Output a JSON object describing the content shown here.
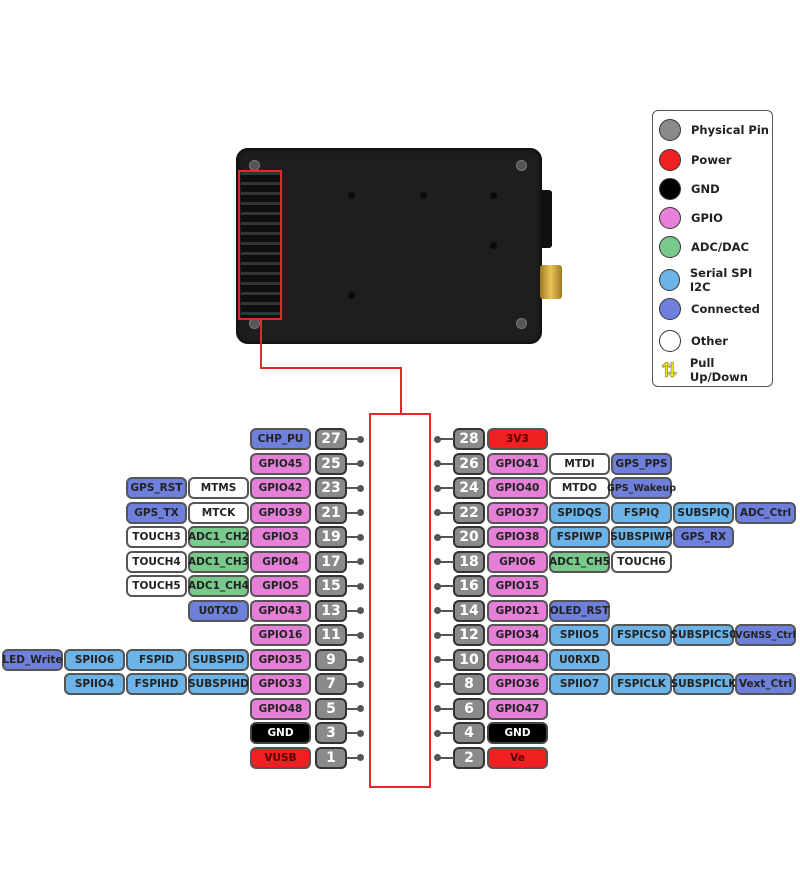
{
  "colors": {
    "physical": "#8a8a8a",
    "power": "#ee2020",
    "gnd": "#000000",
    "gpio": "#e67fd8",
    "adc": "#79c98c",
    "serial": "#6cb4e8",
    "connected": "#6f7fdc",
    "other": "#ffffff"
  },
  "legend": [
    {
      "label": "Physical Pin",
      "type": "physical"
    },
    {
      "label": "Power",
      "type": "power"
    },
    {
      "label": "GND",
      "type": "gnd"
    },
    {
      "label": "GPIO",
      "type": "gpio"
    },
    {
      "label": "ADC/DAC",
      "type": "adc"
    },
    {
      "label": "Serial SPI I2C",
      "type": "serial"
    },
    {
      "label": "Connected",
      "type": "connected"
    },
    {
      "label": "Other",
      "type": "other"
    },
    {
      "label": "Pull Up/Down",
      "type": "pull-icon"
    }
  ],
  "left_pins": [
    {
      "pin": "27",
      "labels": [
        {
          "text": "CHP_PU",
          "type": "connected"
        }
      ]
    },
    {
      "pin": "25",
      "labels": [
        {
          "text": "GPIO45",
          "type": "gpio"
        }
      ]
    },
    {
      "pin": "23",
      "labels": [
        {
          "text": "GPIO42",
          "type": "gpio"
        },
        {
          "text": "MTMS",
          "type": "other"
        },
        {
          "text": "GPS_RST",
          "type": "connected"
        }
      ]
    },
    {
      "pin": "21",
      "labels": [
        {
          "text": "GPIO39",
          "type": "gpio"
        },
        {
          "text": "MTCK",
          "type": "other"
        },
        {
          "text": "GPS_TX",
          "type": "connected"
        }
      ]
    },
    {
      "pin": "19",
      "labels": [
        {
          "text": "GPIO3",
          "type": "gpio"
        },
        {
          "text": "ADC1_CH2",
          "type": "adc"
        },
        {
          "text": "TOUCH3",
          "type": "other"
        }
      ]
    },
    {
      "pin": "17",
      "labels": [
        {
          "text": "GPIO4",
          "type": "gpio"
        },
        {
          "text": "ADC1_CH3",
          "type": "adc"
        },
        {
          "text": "TOUCH4",
          "type": "other"
        }
      ]
    },
    {
      "pin": "15",
      "labels": [
        {
          "text": "GPIO5",
          "type": "gpio"
        },
        {
          "text": "ADC1_CH4",
          "type": "adc"
        },
        {
          "text": "TOUCH5",
          "type": "other"
        }
      ]
    },
    {
      "pin": "13",
      "labels": [
        {
          "text": "GPIO43",
          "type": "gpio"
        },
        {
          "text": "U0TXD",
          "type": "connected"
        }
      ]
    },
    {
      "pin": "11",
      "labels": [
        {
          "text": "GPIO16",
          "type": "gpio"
        }
      ]
    },
    {
      "pin": "9",
      "labels": [
        {
          "text": "GPIO35",
          "type": "gpio"
        },
        {
          "text": "SUBSPID",
          "type": "serial"
        },
        {
          "text": "FSPID",
          "type": "serial"
        },
        {
          "text": "SPIIO6",
          "type": "serial"
        },
        {
          "text": "LED_Write",
          "type": "connected"
        }
      ]
    },
    {
      "pin": "7",
      "labels": [
        {
          "text": "GPIO33",
          "type": "gpio"
        },
        {
          "text": "SUBSPIHD",
          "type": "serial"
        },
        {
          "text": "FSPIHD",
          "type": "serial"
        },
        {
          "text": "SPIIO4",
          "type": "serial"
        }
      ]
    },
    {
      "pin": "5",
      "labels": [
        {
          "text": "GPIO48",
          "type": "gpio"
        }
      ]
    },
    {
      "pin": "3",
      "labels": [
        {
          "text": "GND",
          "type": "gnd"
        }
      ]
    },
    {
      "pin": "1",
      "labels": [
        {
          "text": "VUSB",
          "type": "power"
        }
      ]
    }
  ],
  "right_pins": [
    {
      "pin": "28",
      "labels": [
        {
          "text": "3V3",
          "type": "power"
        }
      ]
    },
    {
      "pin": "26",
      "labels": [
        {
          "text": "GPIO41",
          "type": "gpio"
        },
        {
          "text": "MTDI",
          "type": "other"
        },
        {
          "text": "GPS_PPS",
          "type": "connected"
        }
      ]
    },
    {
      "pin": "24",
      "labels": [
        {
          "text": "GPIO40",
          "type": "gpio"
        },
        {
          "text": "MTDO",
          "type": "other"
        },
        {
          "text": "GPS_Wakeup",
          "type": "connected"
        }
      ]
    },
    {
      "pin": "22",
      "labels": [
        {
          "text": "GPIO37",
          "type": "gpio"
        },
        {
          "text": "SPIDQS",
          "type": "serial"
        },
        {
          "text": "FSPIQ",
          "type": "serial"
        },
        {
          "text": "SUBSPIQ",
          "type": "serial"
        },
        {
          "text": "ADC_Ctrl",
          "type": "connected"
        }
      ]
    },
    {
      "pin": "20",
      "labels": [
        {
          "text": "GPIO38",
          "type": "gpio"
        },
        {
          "text": "FSPIWP",
          "type": "serial"
        },
        {
          "text": "SUBSPIWP",
          "type": "serial"
        },
        {
          "text": "GPS_RX",
          "type": "connected"
        }
      ]
    },
    {
      "pin": "18",
      "labels": [
        {
          "text": "GPIO6",
          "type": "gpio"
        },
        {
          "text": "ADC1_CH5",
          "type": "adc"
        },
        {
          "text": "TOUCH6",
          "type": "other"
        }
      ]
    },
    {
      "pin": "16",
      "labels": [
        {
          "text": "GPIO15",
          "type": "gpio"
        }
      ]
    },
    {
      "pin": "14",
      "labels": [
        {
          "text": "GPIO21",
          "type": "gpio"
        },
        {
          "text": "OLED_RST",
          "type": "connected"
        }
      ]
    },
    {
      "pin": "12",
      "labels": [
        {
          "text": "GPIO34",
          "type": "gpio"
        },
        {
          "text": "SPIIO5",
          "type": "serial"
        },
        {
          "text": "FSPICS0",
          "type": "serial"
        },
        {
          "text": "SUBSPICS0",
          "type": "serial"
        },
        {
          "text": "VGNSS_Ctrl",
          "type": "connected"
        }
      ]
    },
    {
      "pin": "10",
      "labels": [
        {
          "text": "GPIO44",
          "type": "gpio"
        },
        {
          "text": "U0RXD",
          "type": "serial"
        }
      ]
    },
    {
      "pin": "8",
      "labels": [
        {
          "text": "GPIO36",
          "type": "gpio"
        },
        {
          "text": "SPIIO7",
          "type": "serial"
        },
        {
          "text": "FSPICLK",
          "type": "serial"
        },
        {
          "text": "SUBSPICLK",
          "type": "serial"
        },
        {
          "text": "Vext_Ctrl",
          "type": "connected"
        }
      ]
    },
    {
      "pin": "6",
      "labels": [
        {
          "text": "GPIO47",
          "type": "gpio"
        }
      ]
    },
    {
      "pin": "4",
      "labels": [
        {
          "text": "GND",
          "type": "gnd"
        }
      ]
    },
    {
      "pin": "2",
      "labels": [
        {
          "text": "Ve",
          "type": "power"
        }
      ]
    }
  ]
}
